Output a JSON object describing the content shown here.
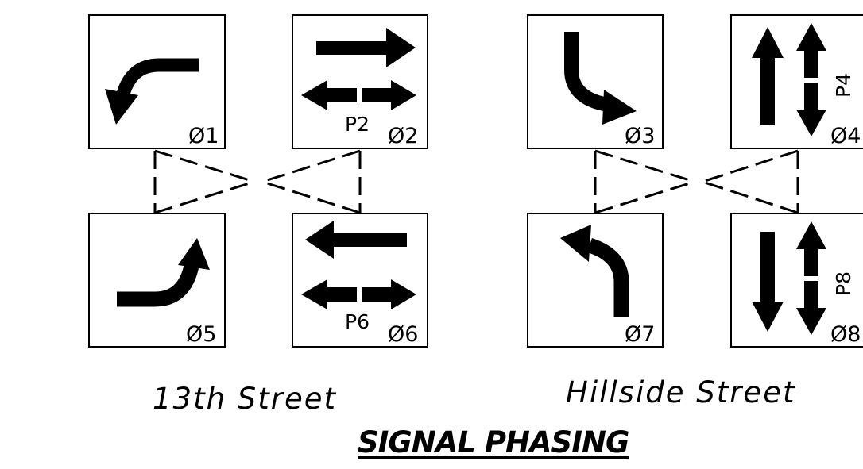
{
  "title": "SIGNAL PHASING",
  "groups": [
    {
      "street": "13th Street",
      "phases": [
        {
          "label": "Ø1",
          "movement": "left-turn",
          "ped": ""
        },
        {
          "label": "Ø2",
          "movement": "through",
          "ped": "P2"
        },
        {
          "label": "Ø5",
          "movement": "left-turn",
          "ped": ""
        },
        {
          "label": "Ø6",
          "movement": "through",
          "ped": "P6"
        }
      ]
    },
    {
      "street": "Hillside Street",
      "phases": [
        {
          "label": "Ø3",
          "movement": "left-turn",
          "ped": ""
        },
        {
          "label": "Ø4",
          "movement": "through",
          "ped": "P4"
        },
        {
          "label": "Ø7",
          "movement": "left-turn",
          "ped": ""
        },
        {
          "label": "Ø8",
          "movement": "through",
          "ped": "P8"
        }
      ]
    }
  ],
  "icons": [
    "left-turn-arrow-icon",
    "through-arrow-icon",
    "pedestrian-double-arrow-icon",
    "ring-barrier-dashed-connector-icon"
  ],
  "colors": {
    "ink": "#000000",
    "background": "#ffffff"
  }
}
